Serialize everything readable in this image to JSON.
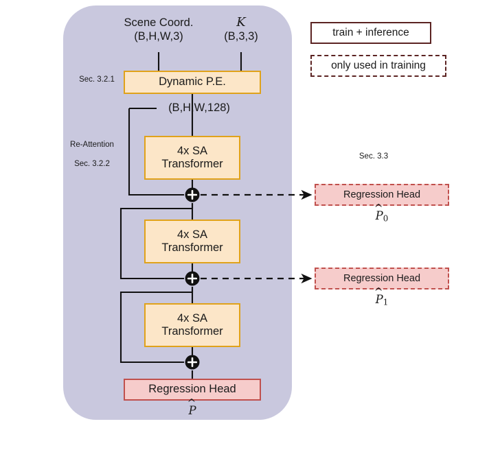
{
  "figure": {
    "panel_color": "#c9c8de",
    "block_fill": "#fce6c8",
    "block_stroke": "#e0a21a",
    "head_fill": "#f6cccb",
    "head_stroke": "#c0504d",
    "legend_stroke": "#5b2322",
    "line_color": "#111111"
  },
  "inputs": {
    "scene_coord_label": "Scene Coord.",
    "scene_coord_shape": "(B,H,W,3)",
    "intrinsics_label": "K",
    "intrinsics_shape": "(B,3,3)"
  },
  "legend": {
    "solid_label": "train + inference",
    "dashed_label": "only used in training"
  },
  "sections": {
    "dynamic_pe": "Sec. 3.2.1",
    "reattention_name": "Re-Attention",
    "reattention_sec": "Sec. 3.2.2",
    "regression_sec": "Sec. 3.3"
  },
  "blocks": {
    "dynamic_pe_label": "Dynamic P.E.",
    "feature_shape": "(B,H,W,128)",
    "transformer_line1": "4x SA",
    "transformer_line2": "Transformer",
    "transformers": [
      {
        "line1": "4x SA",
        "line2": "Transformer"
      },
      {
        "line1": "4x SA",
        "line2": "Transformer"
      },
      {
        "line1": "4x SA",
        "line2": "Transformer"
      }
    ],
    "regression_head_label": "Regression Head"
  },
  "outputs": {
    "aux0_base": "P",
    "aux0_sub": "0",
    "aux0_hat": "^",
    "aux1_base": "P",
    "aux1_sub": "1",
    "aux1_hat": "^",
    "final_base": "P",
    "final_hat": "^"
  },
  "heads": {
    "aux0_label": "Regression Head",
    "aux1_label": "Regression Head",
    "final_label": "Regression Head"
  },
  "icons": {
    "add_node": "plus-circle-icon",
    "arrow": "arrow-right-icon"
  }
}
